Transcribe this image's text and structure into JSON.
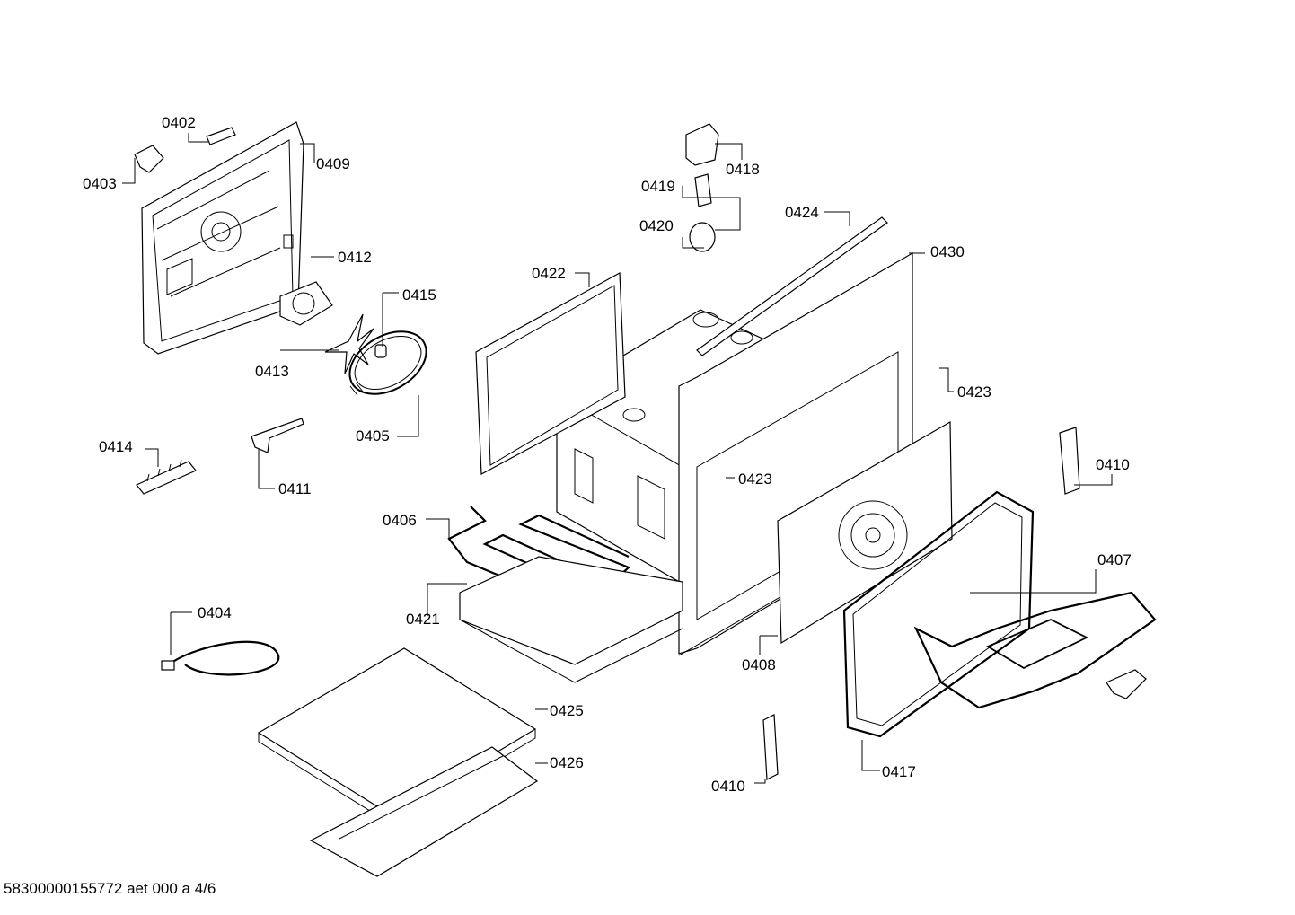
{
  "callouts": {
    "p0402": "0402",
    "p0403": "0403",
    "p0409": "0409",
    "p0412": "0412",
    "p0415": "0415",
    "p0413": "0413",
    "p0405": "0405",
    "p0414": "0414",
    "p0411": "0411",
    "p0418": "0418",
    "p0419": "0419",
    "p0420": "0420",
    "p0424": "0424",
    "p0430": "0430",
    "p0422": "0422",
    "p0423a": "0423",
    "p0423b": "0423",
    "p0410a": "0410",
    "p0410b": "0410",
    "p0406": "0406",
    "p0421": "0421",
    "p0407": "0407",
    "p0408": "0408",
    "p0404": "0404",
    "p0425": "0425",
    "p0426": "0426",
    "p0417": "0417"
  },
  "footer": "58300000155772 aet 000 a 4/6"
}
